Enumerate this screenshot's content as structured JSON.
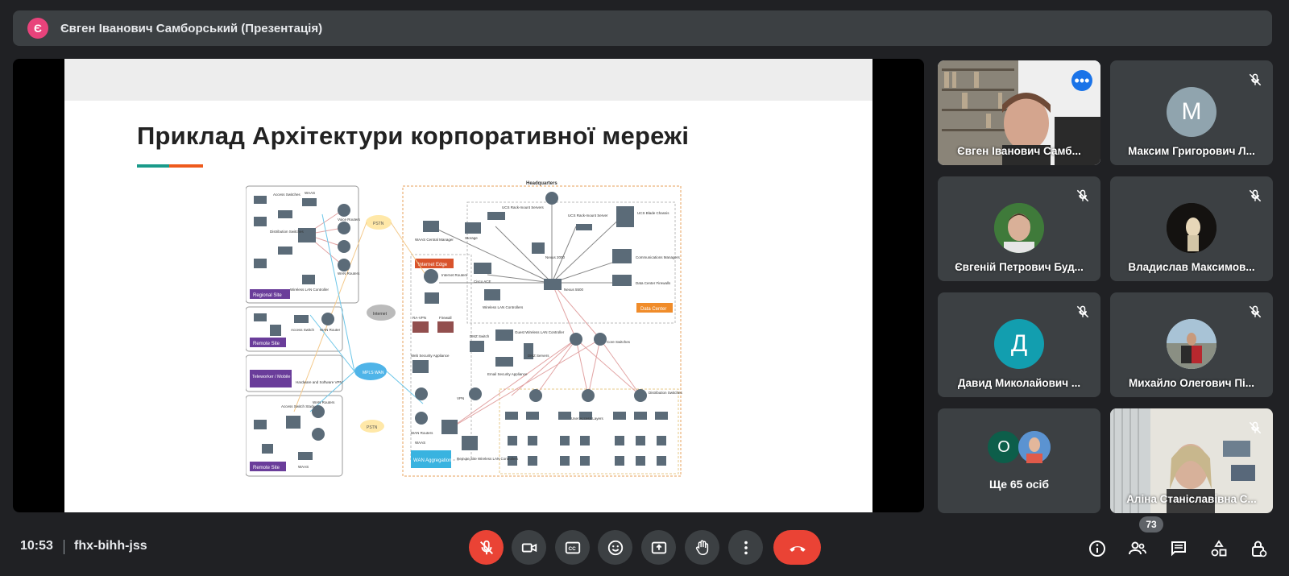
{
  "meeting": {
    "presenter_initial": "Є",
    "presenter_title": "Євген Іванович Самборський (Презентація)",
    "time": "10:53",
    "code": "fhx-bihh-jss",
    "participants_count": "73"
  },
  "slide": {
    "title": "Приклад Архітектури корпоративної мережі",
    "diagram": {
      "headquarters": "Headquarters",
      "regional_site": "Regional Site",
      "remote_site": "Remote Site",
      "teleworker": "Teleworker / Mobile Worker",
      "remote_site_2": "Remote Site",
      "internet_edge": "Internet Edge",
      "data_center": "Data Center",
      "wan_aggregation": "WAN Aggregation",
      "pstn": "PSTN",
      "internet": "Internet",
      "mpls": "MPLS WAN",
      "access_switches": "Access Switches",
      "waas": "WAAS",
      "distribution_switches": "Distribution Switches",
      "voice_routers": "Voice Routers",
      "wan_routers": "WAN Routers",
      "wlc": "Wireless LAN Controller",
      "access_switch": "Access Switch",
      "wan_router": "WAN Router",
      "hw_vpn": "Hardware and Software VPN",
      "access_switch_stack": "Access Switch Stack",
      "waas_cm": "WAAS Central Manager",
      "storage": "Storage",
      "ucs_rack": "UCS Rack-mount Servers",
      "ucs_rack_server": "UCS Rack-mount Server",
      "ucs_blade": "UCS Blade Chassis",
      "nexus2000": "Nexus 2000",
      "nexus5500": "Nexus 5500",
      "comm_managers": "Communications Managers",
      "dc_firewalls": "Data Center Firewalls",
      "cisco_ace": "Cisco ACE",
      "wlcs": "Wireless LAN Controllers",
      "internet_routers": "Internet Routers",
      "ra_vpn": "RA-VPN",
      "firewall": "Firewall",
      "dmz_switch": "DMZ Switch",
      "guest_wlc": "Guest Wireless LAN Controller",
      "dmz_servers": "DMZ Servers",
      "web_sec": "Web Security Appliance",
      "email_sec": "Email Security Appliance",
      "core_switches": "Core Switches",
      "vpn": "VPN",
      "dist_switches": "Distribution Switches",
      "user_access": "User Access Layers",
      "remote_wlc": "Remote Site Wireless LAN Controllers"
    }
  },
  "tiles": [
    {
      "name": "Євген Іванович Самб...",
      "type": "video",
      "active": true
    },
    {
      "name": "Максим Григорович Л...",
      "type": "avatar",
      "initial": "М",
      "color": "#90a4ae"
    },
    {
      "name": "Євгеній Петрович Буд...",
      "type": "photo"
    },
    {
      "name": "Владислав Максимов...",
      "type": "photo"
    },
    {
      "name": "Давид Миколайович ...",
      "type": "avatar",
      "initial": "Д",
      "color": "#129eaf"
    },
    {
      "name": "Михайло Олегович Пі...",
      "type": "photo"
    },
    {
      "name": "Ще 65 осіб",
      "type": "more",
      "initial": "О",
      "color": "#0d5e4a"
    },
    {
      "name": "Аліна Станіславівна С...",
      "type": "video"
    }
  ],
  "controls": {
    "mic": "mic-off-icon",
    "camera": "camera-icon",
    "captions": "captions-icon",
    "emoji": "emoji-icon",
    "present": "present-icon",
    "raise_hand": "hand-icon",
    "more": "more-vert-icon",
    "leave": "call-end-icon",
    "colors": {
      "red": "#ea4335",
      "button": "#3c4043",
      "accent": "#8ab4f8"
    }
  }
}
